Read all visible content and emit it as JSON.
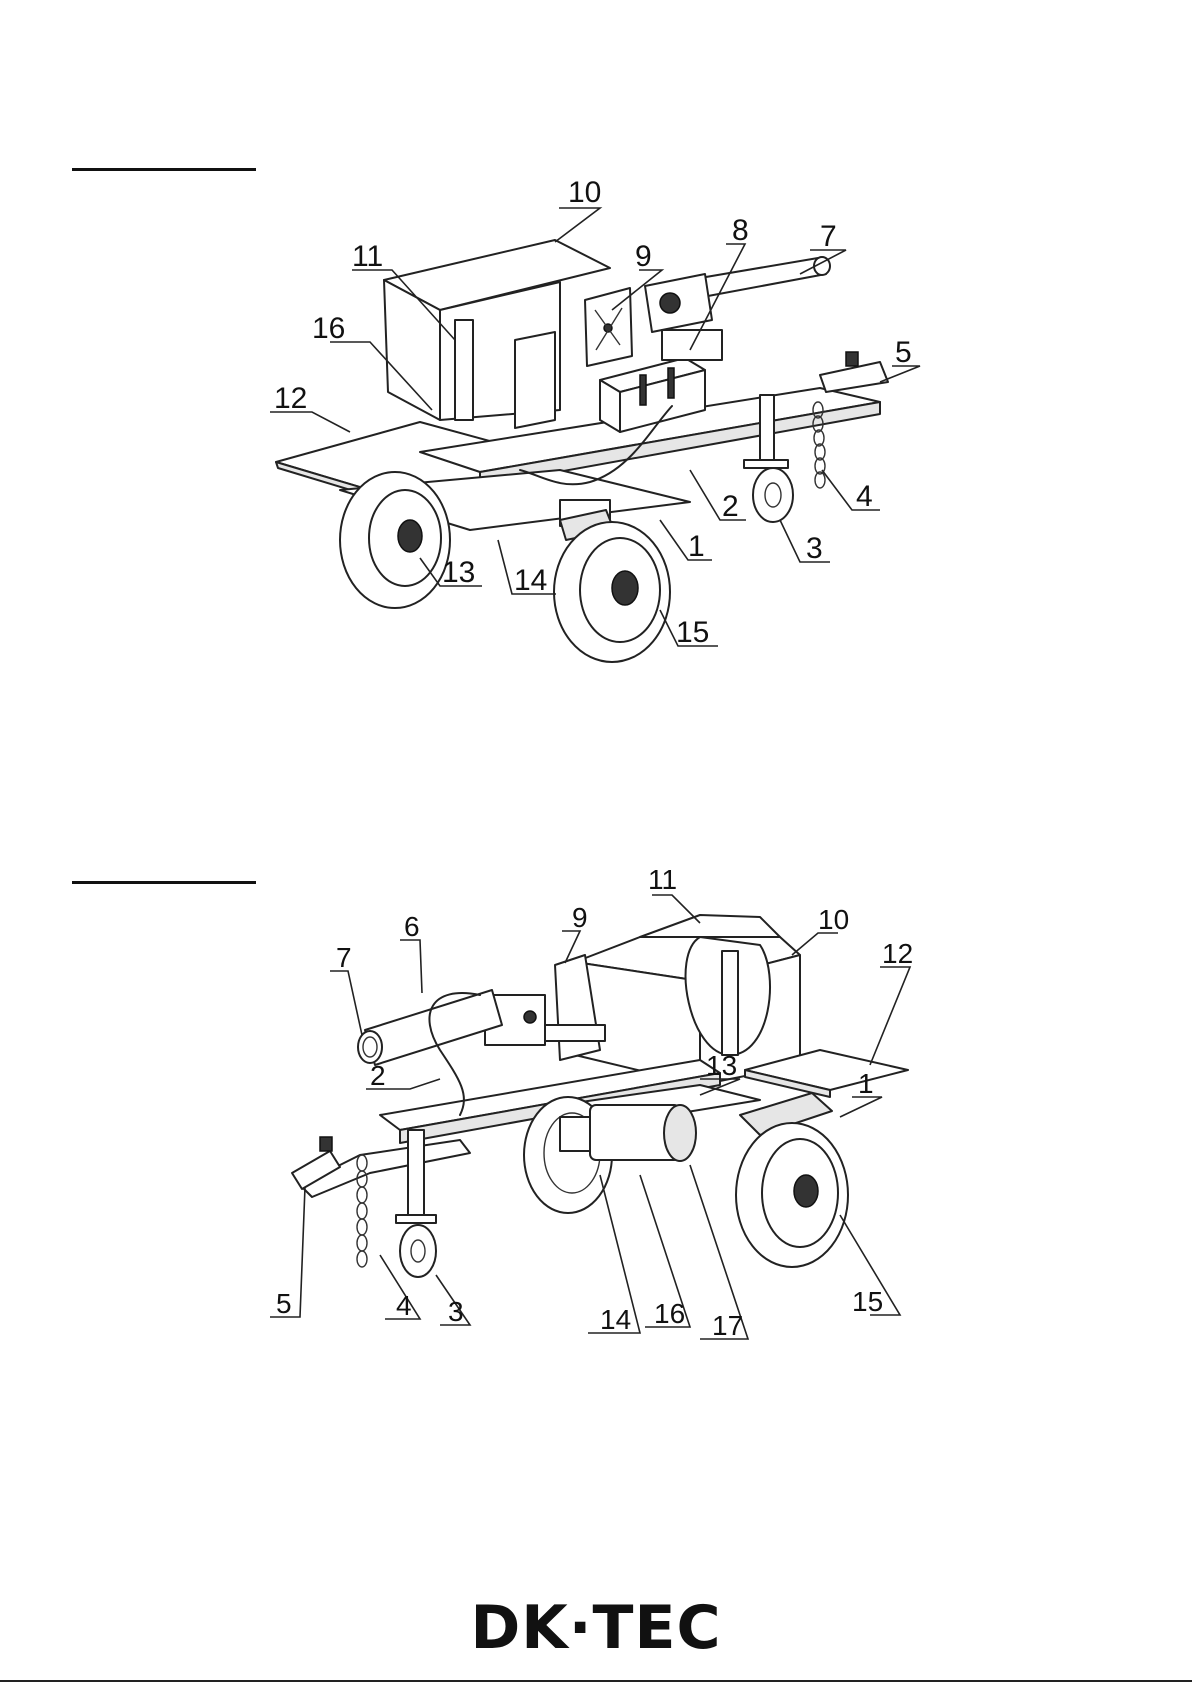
{
  "figure1": {
    "callouts": [
      "1",
      "2",
      "3",
      "4",
      "5",
      "7",
      "8",
      "9",
      "10",
      "11",
      "12",
      "13",
      "14",
      "15",
      "16"
    ]
  },
  "figure2": {
    "callouts": [
      "1",
      "2",
      "3",
      "4",
      "5",
      "6",
      "7",
      "9",
      "10",
      "11",
      "12",
      "13",
      "14",
      "15",
      "16",
      "17"
    ]
  },
  "logo": {
    "text": "DK·TEC"
  },
  "icons": {
    "machine_illustration": "log-splitter-drawing-icon"
  }
}
